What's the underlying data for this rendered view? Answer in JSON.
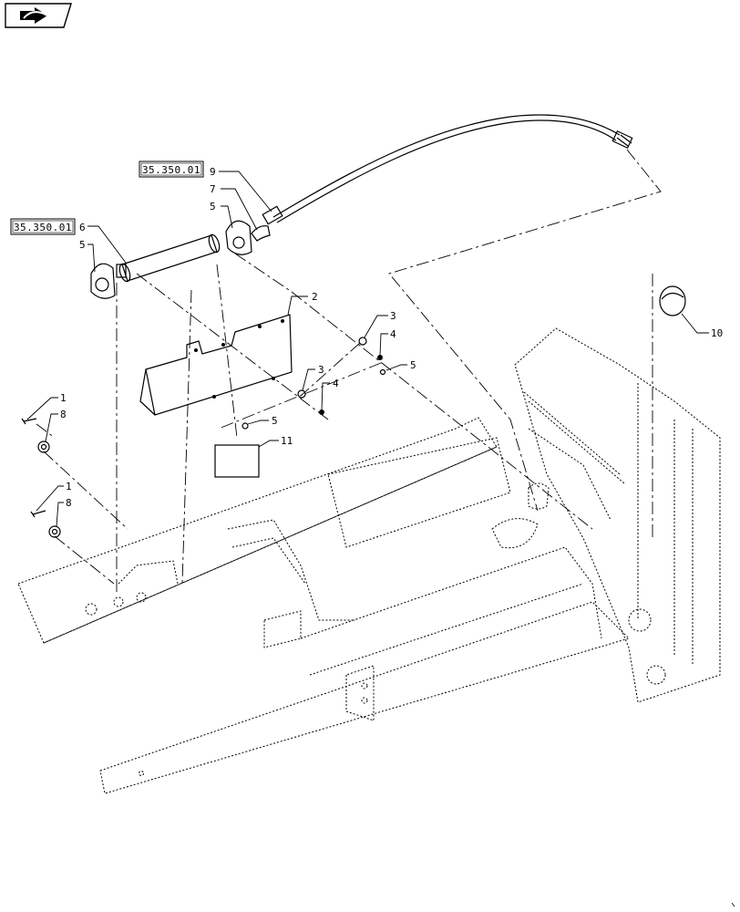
{
  "nav_icon": "back-arrow-icon",
  "references": [
    {
      "id": "ref-top",
      "label": "35.350.01"
    },
    {
      "id": "ref-left",
      "label": "35.350.01"
    }
  ],
  "callouts": [
    "9",
    "7",
    "5",
    "6",
    "5",
    "2",
    "3",
    "4",
    "5",
    "3",
    "4",
    "5",
    "1",
    "8",
    "1",
    "8",
    "11",
    "10"
  ]
}
